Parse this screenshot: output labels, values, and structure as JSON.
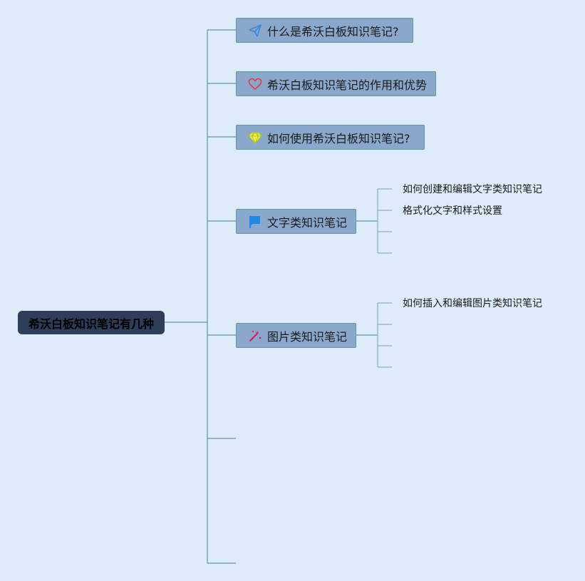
{
  "root": {
    "label": "希沃白板知识笔记有几种"
  },
  "topics": [
    {
      "label": "什么是希沃白板知识笔记?",
      "icon": "paper-plane-icon",
      "color": "#2e86de"
    },
    {
      "label": "希沃白板知识笔记的作用和优势",
      "icon": "heart-icon",
      "color": "#e53935"
    },
    {
      "label": "如何使用希沃白板知识笔记?",
      "icon": "diamond-icon",
      "color": "#d9e021"
    },
    {
      "label": "文字类知识笔记",
      "icon": "flag-icon",
      "color": "#1e88e5"
    },
    {
      "label": "图片类知识笔记",
      "icon": "magic-wand-icon",
      "color": "#d81b60"
    }
  ],
  "text_notes_children": [
    {
      "label": "如何创建和编辑文字类知识笔记"
    },
    {
      "label": "格式化文字和样式设置"
    }
  ],
  "image_notes_children": [
    {
      "label": "如何插入和编辑图片类知识笔记"
    }
  ],
  "colors": {
    "background": "#ddebfb",
    "root_fill": "#2e3e58",
    "topic_fill": "#8aa8cc",
    "topic_border": "#5f9a94",
    "connector": "#5f9a94",
    "sub_connector": "#8ab0b8"
  }
}
